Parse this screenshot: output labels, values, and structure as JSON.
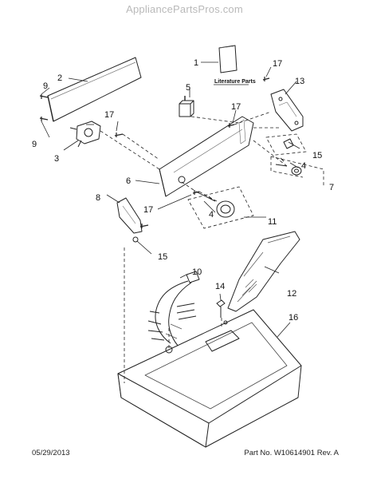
{
  "watermark": "AppliancePartsPros.com",
  "literature_label": "Literature Parts",
  "callouts": [
    {
      "id": "c1",
      "label": "1"
    },
    {
      "id": "c2",
      "label": "2"
    },
    {
      "id": "c3",
      "label": "3"
    },
    {
      "id": "c4",
      "label": "4"
    },
    {
      "id": "c4b",
      "label": "4"
    },
    {
      "id": "c5",
      "label": "5"
    },
    {
      "id": "c6",
      "label": "6"
    },
    {
      "id": "c7",
      "label": "7"
    },
    {
      "id": "c8",
      "label": "8"
    },
    {
      "id": "c9a",
      "label": "9"
    },
    {
      "id": "c9b",
      "label": "9"
    },
    {
      "id": "c10",
      "label": "10"
    },
    {
      "id": "c11",
      "label": "11"
    },
    {
      "id": "c12",
      "label": "12"
    },
    {
      "id": "c13",
      "label": "13"
    },
    {
      "id": "c14",
      "label": "14"
    },
    {
      "id": "c15a",
      "label": "15"
    },
    {
      "id": "c15b",
      "label": "15"
    },
    {
      "id": "c16",
      "label": "16"
    },
    {
      "id": "c17a",
      "label": "17"
    },
    {
      "id": "c17b",
      "label": "17"
    },
    {
      "id": "c17c",
      "label": "17"
    },
    {
      "id": "c17d",
      "label": "17"
    }
  ],
  "footer": {
    "date": "05/29/2013",
    "part": "Part No. W10614901  Rev. A"
  }
}
